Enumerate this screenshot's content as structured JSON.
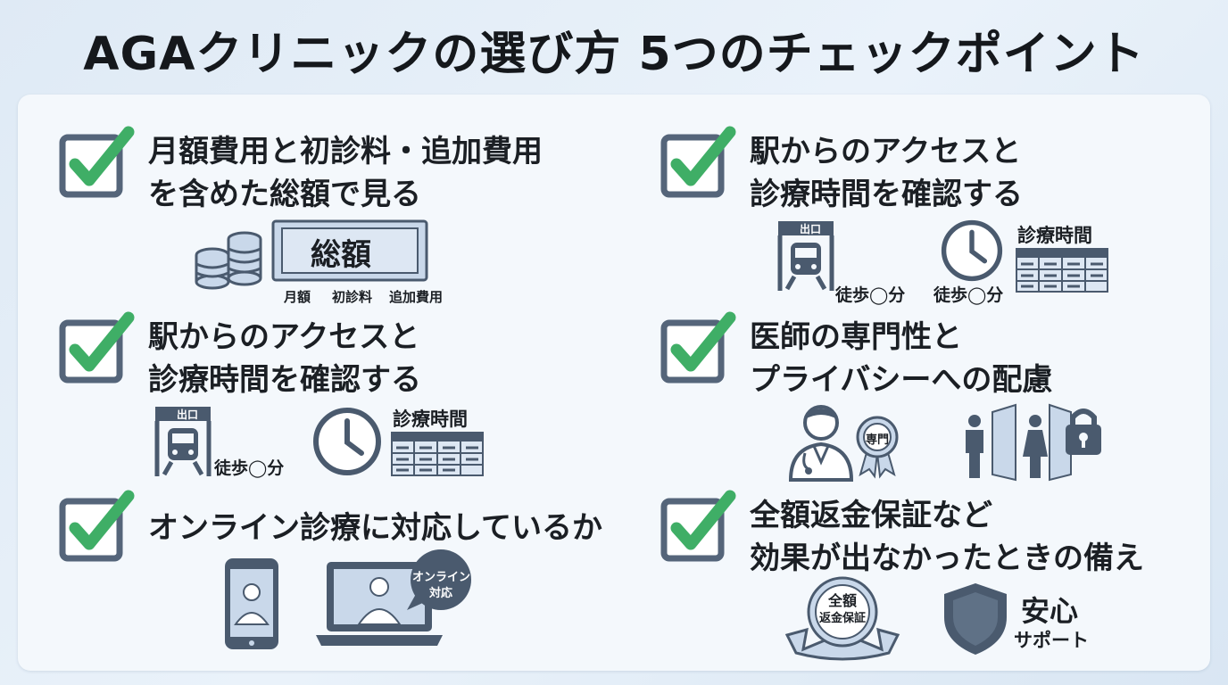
{
  "title": "AGAクリニックの選び方 5つのチェックポイント",
  "colors": {
    "check": "#3fae66",
    "icon": "#4a5a6e",
    "iconLight": "#c9d8ea",
    "frame": "#55657a"
  },
  "items": [
    {
      "line1": "月額費用と初診料・追加費用",
      "line2": "を含めた総額で見る",
      "icons": [
        "coins-icon",
        "banknote-icon"
      ],
      "note_main": "総額",
      "note_labels": [
        "月額",
        "初診料",
        "追加費用"
      ]
    },
    {
      "line1": "駅からのアクセスと",
      "line2": "診療時間を確認する",
      "icons": [
        "train-exit-icon",
        "clock-icon",
        "schedule-table-icon"
      ],
      "exit_label": "出口",
      "walk_label": "徒歩◯分",
      "schedule_label": "診療時間"
    },
    {
      "line1": "オンライン診療に対応しているか",
      "icons": [
        "smartphone-doctor-icon",
        "laptop-doctor-icon"
      ],
      "bubble_line1": "オンライン",
      "bubble_line2": "対応"
    },
    {
      "line1": "駅からのアクセスと",
      "line2": "診療時間を確認する",
      "icons": [
        "train-exit-icon",
        "clock-icon",
        "schedule-table-icon"
      ],
      "exit_label": "出口",
      "walk_label_a": "徒歩◯分",
      "walk_label_b": "徒歩◯分",
      "schedule_label": "診療時間"
    },
    {
      "line1": "医師の専門性と",
      "line2": "プライバシーへの配慮",
      "icons": [
        "doctor-icon",
        "award-ribbon-icon",
        "private-room-icon",
        "padlock-icon"
      ],
      "ribbon_label": "専門"
    },
    {
      "line1": "全額返金保証など",
      "line2": "効果が出なかったときの備え",
      "icons": [
        "guarantee-badge-icon",
        "shield-icon"
      ],
      "badge_line1": "全額",
      "badge_line2": "返金保証",
      "support_line1": "安心",
      "support_line2": "サポート"
    }
  ]
}
